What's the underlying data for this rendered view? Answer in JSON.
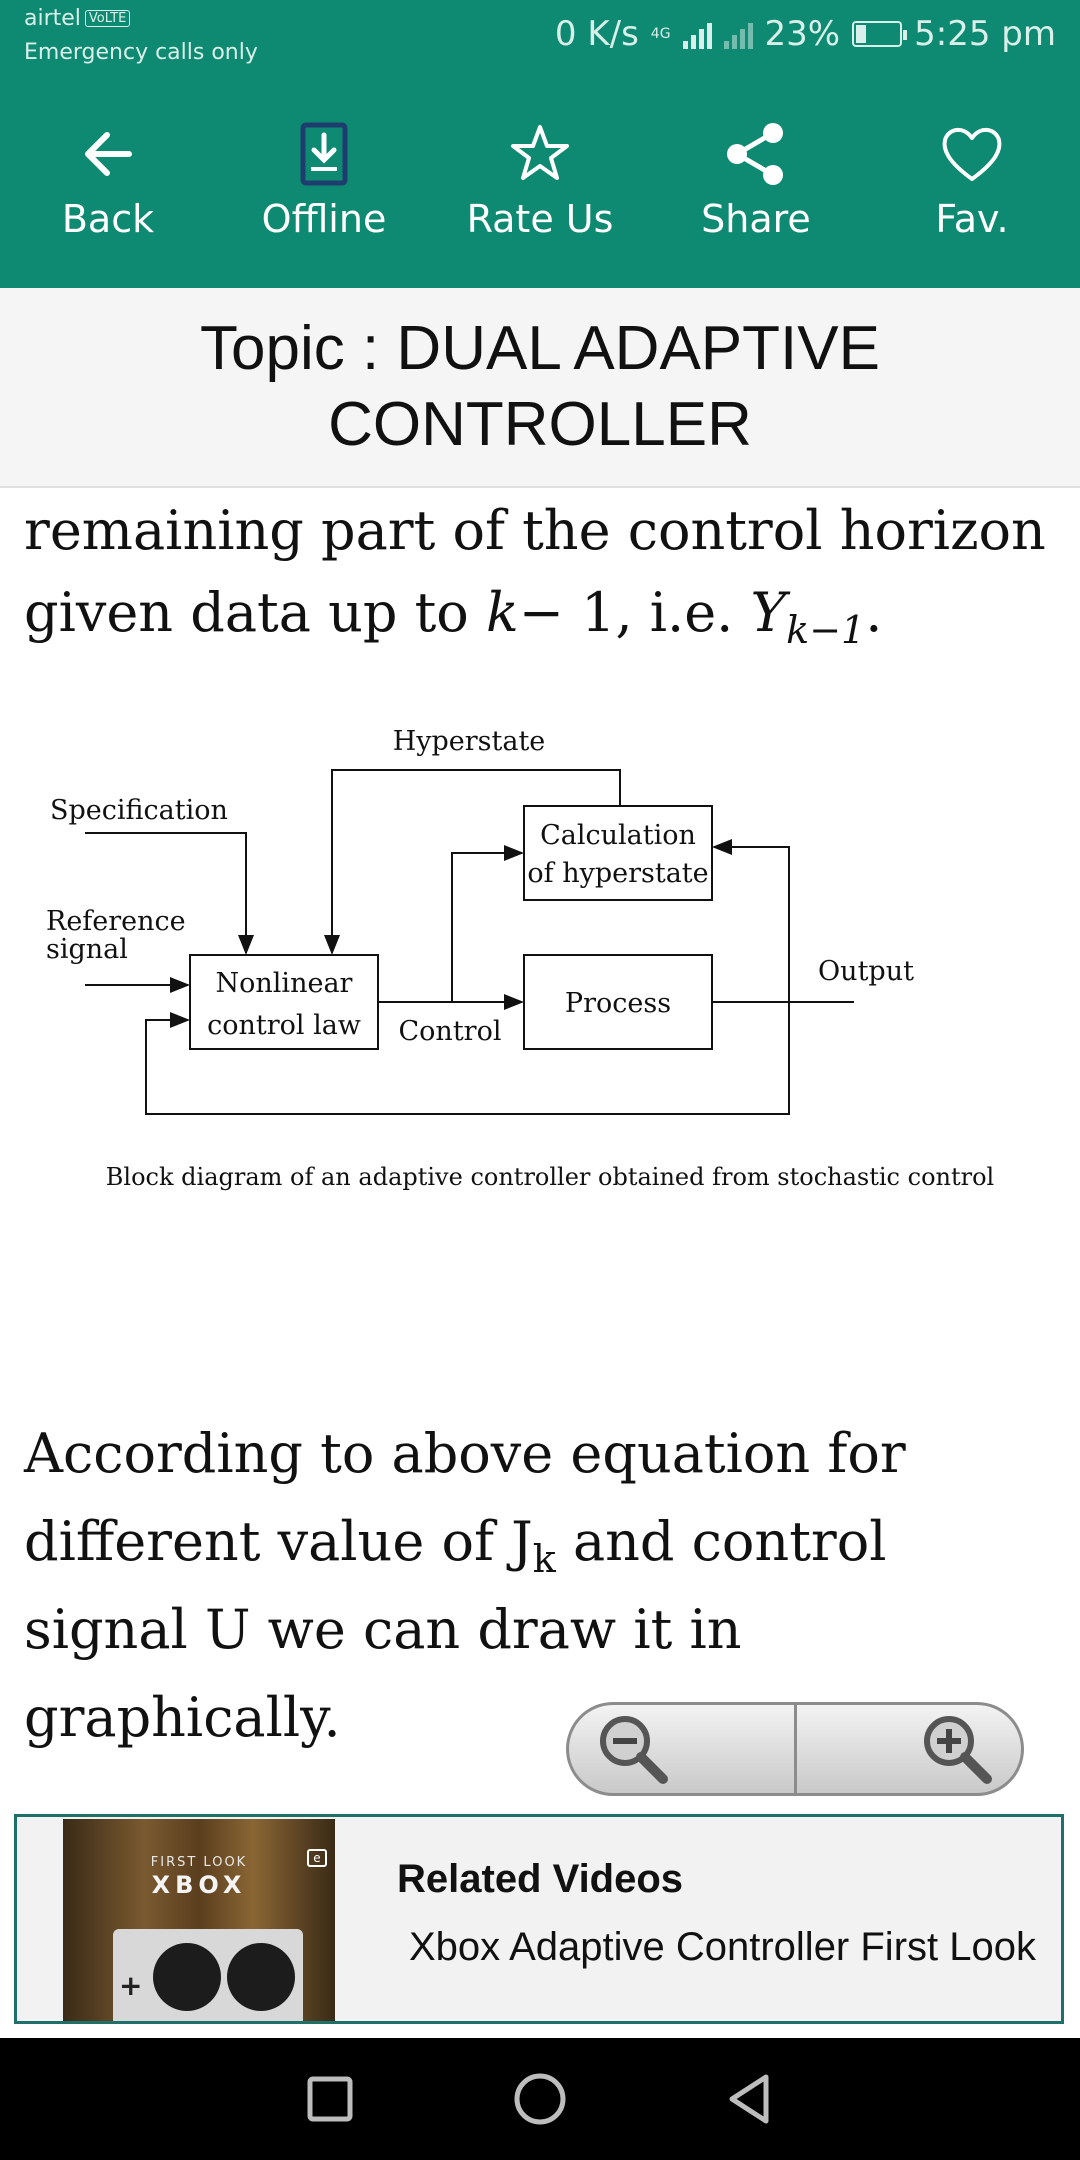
{
  "status_bar": {
    "carrier": "airtel",
    "volte": "VoLTE",
    "emergency": "Emergency calls only",
    "speed": "0 K/s",
    "network": "4G",
    "battery_percent": "23%",
    "battery_level": 0.23,
    "time": "5:25 pm"
  },
  "toolbar": {
    "back": "Back",
    "offline": "Offline",
    "rate": "Rate Us",
    "share": "Share",
    "fav": "Fav."
  },
  "topic": {
    "title": "Topic : DUAL ADAPTIVE CONTROLLER"
  },
  "content": {
    "para1_line1": "remaining part of the control horizon",
    "para1_pre": "given data up to ",
    "para1_k": "k",
    "para1_mid": "− 1, i.e. ",
    "para1_Y": "Y",
    "para1_sub": "k−1",
    "para1_end": ".",
    "para2_pre": "According to above equation for different value of J",
    "para2_sub": "k",
    "para2_post": " and control signal U we can draw it in graphically."
  },
  "diagram": {
    "hyperstate": "Hyperstate",
    "specification": "Specification",
    "calc_line1": "Calculation",
    "calc_line2": "of hyperstate",
    "reference_line1": "Reference",
    "reference_line2": "signal",
    "nonlinear_line1": "Nonlinear",
    "nonlinear_line2": "control law",
    "control": "Control",
    "process": "Process",
    "output": "Output",
    "caption": "Block diagram of an adaptive controller obtained from stochastic control"
  },
  "related": {
    "title": "Related Videos",
    "video_title": "Xbox Adaptive Controller First Look",
    "thumb_first_look": "FIRST LOOK",
    "thumb_xbox": "XBOX"
  },
  "colors": {
    "toolbar_bg": "#0f8a72",
    "banner_border": "#1f6f6a"
  }
}
